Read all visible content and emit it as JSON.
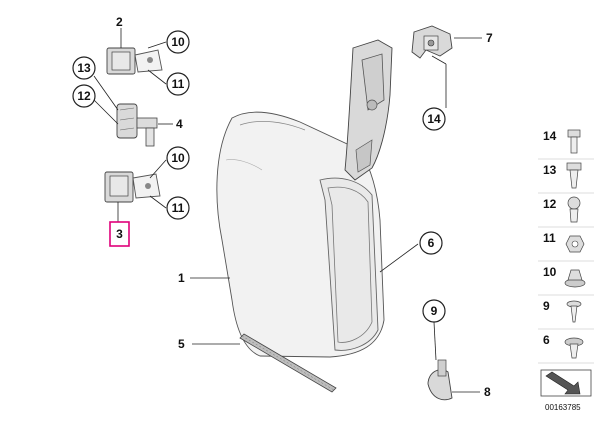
{
  "diagram": {
    "plain_labels": [
      {
        "id": "2",
        "text": "2"
      },
      {
        "id": "4",
        "text": "4"
      },
      {
        "id": "7",
        "text": "7"
      },
      {
        "id": "1",
        "text": "1"
      },
      {
        "id": "5",
        "text": "5"
      },
      {
        "id": "8",
        "text": "8"
      }
    ],
    "bubble_labels": [
      {
        "id": "10a",
        "text": "10"
      },
      {
        "id": "11a",
        "text": "11"
      },
      {
        "id": "13",
        "text": "13"
      },
      {
        "id": "12",
        "text": "12"
      },
      {
        "id": "10b",
        "text": "10"
      },
      {
        "id": "11b",
        "text": "11"
      },
      {
        "id": "14",
        "text": "14"
      },
      {
        "id": "6",
        "text": "6"
      },
      {
        "id": "9",
        "text": "9"
      }
    ],
    "highlighted_label": {
      "text": "3",
      "color": "#e0007a"
    },
    "sidebar": [
      {
        "text": "14",
        "icon": "hex-bolt-icon"
      },
      {
        "text": "13",
        "icon": "long-screw-icon"
      },
      {
        "text": "12",
        "icon": "plug-screw-icon"
      },
      {
        "text": "11",
        "icon": "hex-nut-icon"
      },
      {
        "text": "10",
        "icon": "flange-nut-icon"
      },
      {
        "text": "9",
        "icon": "short-screw-icon"
      },
      {
        "text": "6",
        "icon": "washer-screw-icon"
      }
    ],
    "part_number": "00163785"
  }
}
